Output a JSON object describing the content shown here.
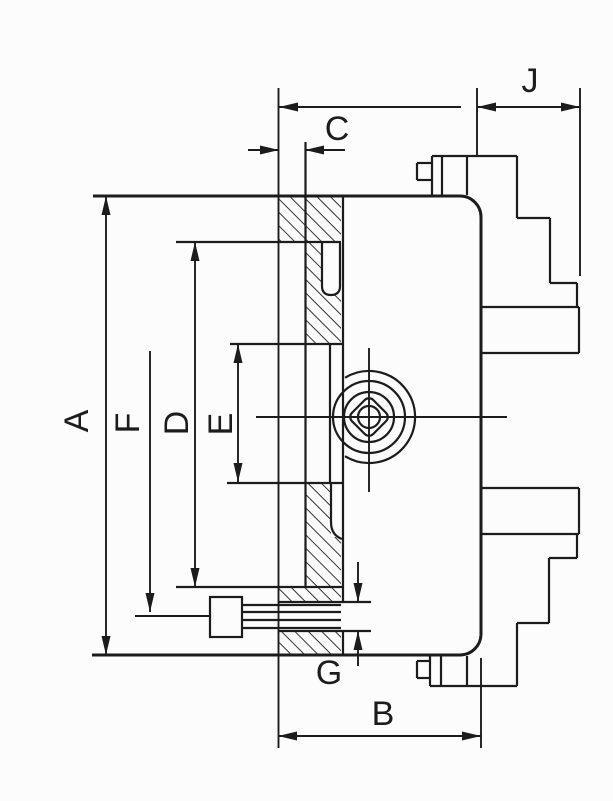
{
  "figure": {
    "background_color": "#fcfcfc",
    "line_color": "#1c1c1c"
  },
  "labels": {
    "a": "A",
    "b": "B",
    "c": "C",
    "d": "D",
    "e": "E",
    "f": "F",
    "g": "G",
    "j": "J"
  }
}
